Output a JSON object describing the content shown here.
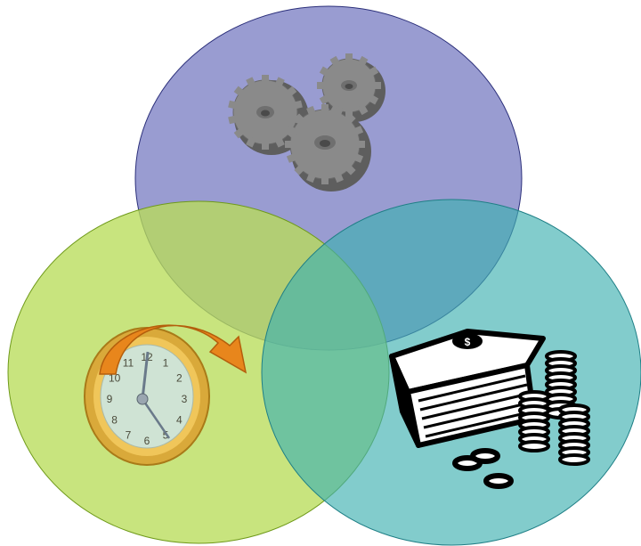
{
  "diagram": {
    "type": "venn",
    "sets": [
      {
        "id": "top",
        "icon": "gears-icon",
        "fill": "#5a5fb5",
        "stroke": "#2b2f7a"
      },
      {
        "id": "left",
        "icon": "clock-icon",
        "fill": "#b9dc5a",
        "stroke": "#6f9a1a"
      },
      {
        "id": "right",
        "icon": "money-icon",
        "fill": "#3fb0b0",
        "stroke": "#1f7f86"
      }
    ]
  },
  "clock": {
    "numbers": [
      "12",
      "1",
      "2",
      "3",
      "4",
      "5",
      "6",
      "7",
      "8",
      "9",
      "10",
      "11"
    ]
  },
  "money": {
    "symbol": "$"
  },
  "colors": {
    "clock_arrow": "#e8861c",
    "clock_face": "#cfe3d4",
    "clock_rim": "#d9a93a",
    "gear": "#8a8a8a",
    "gear_dark": "#5e5e5e",
    "ink": "#000000"
  }
}
